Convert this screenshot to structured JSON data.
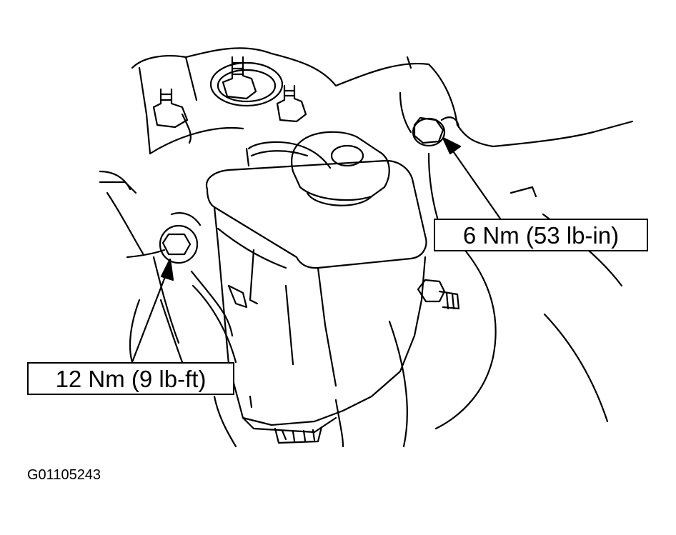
{
  "callouts": {
    "right_torque": "6 Nm (53 lb-in)",
    "left_torque": "12 Nm (9 lb-ft)"
  },
  "figure_id": "G01105243",
  "colors": {
    "line": "#000000",
    "background": "#ffffff"
  }
}
